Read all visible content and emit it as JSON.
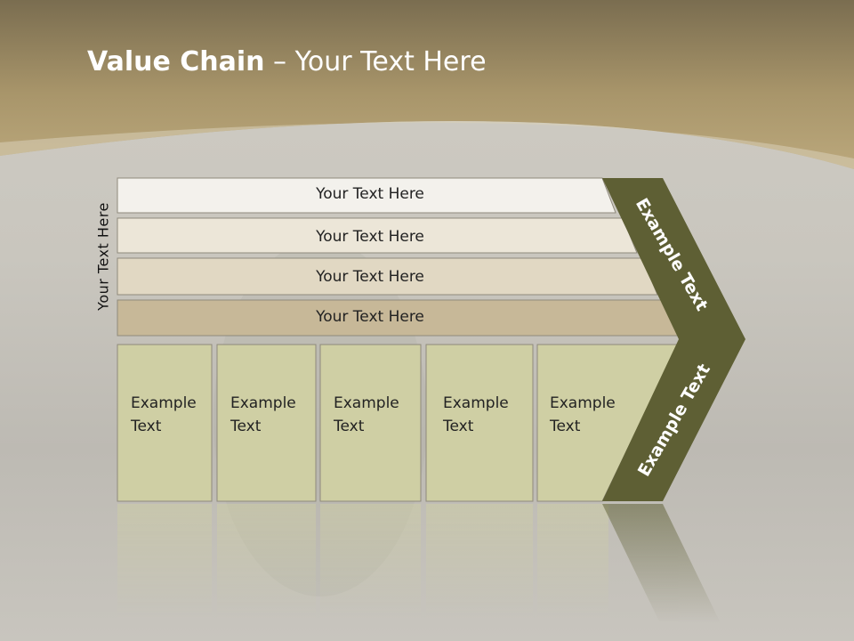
{
  "slide": {
    "title_bold": "Value Chain",
    "title_rest": " – Your Text Here",
    "side_label": "Your Text Here"
  },
  "bars": [
    {
      "label": "Your Text Here",
      "color": "#f3f1ec"
    },
    {
      "label": "Your Text Here",
      "color": "#ece6d8"
    },
    {
      "label": "Your Text Here",
      "color": "#e1d8c3"
    },
    {
      "label": "Your Text Here",
      "color": "#c7b898"
    }
  ],
  "boxes": [
    {
      "line1": "Example",
      "line2": "Text"
    },
    {
      "line1": "Example",
      "line2": "Text"
    },
    {
      "line1": "Example",
      "line2": "Text"
    },
    {
      "line1": "Example",
      "line2": "Text"
    },
    {
      "line1": "Example",
      "line2": "Text"
    }
  ],
  "chevron": {
    "upper_label": "Example Text",
    "lower_label": "Example Text",
    "color": "#5e5f34"
  },
  "colors": {
    "header": "#a79468",
    "box_fill": "#cfcfa4"
  }
}
